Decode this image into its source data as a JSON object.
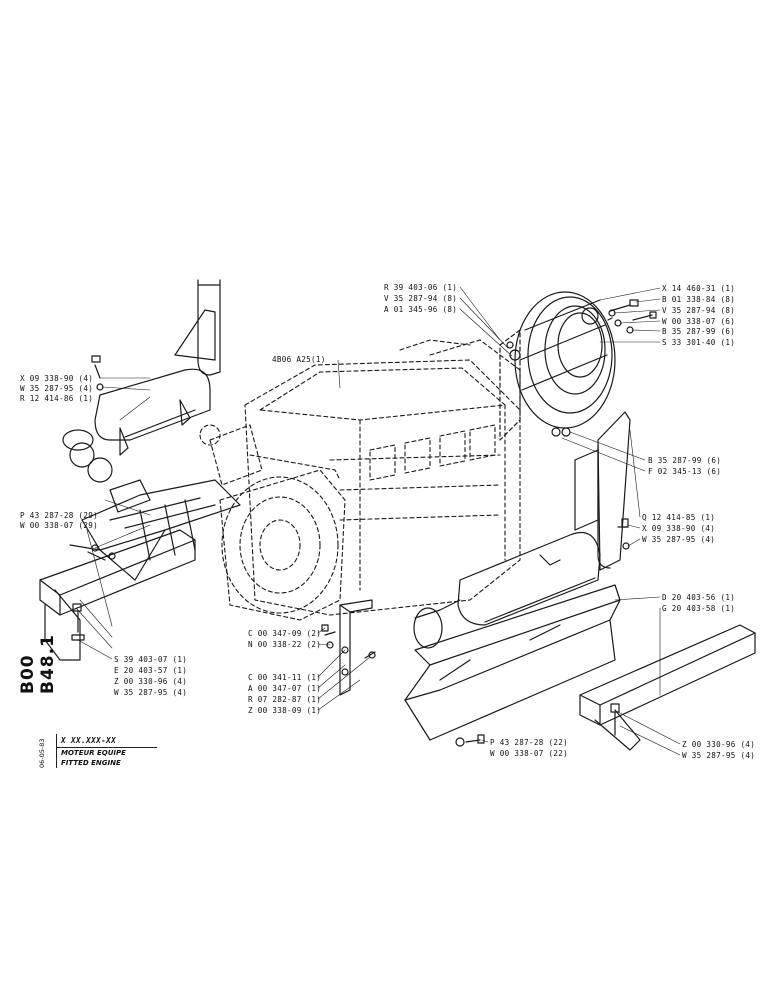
{
  "sheet": {
    "code": "B00 B48.1",
    "date": "06-05-83",
    "reference": "X XX.XXX-XX",
    "title_fr": "MOTEUR EQUIPE",
    "title_en": "FITTED ENGINE"
  },
  "callouts": {
    "engine": "4B06 A25(1)",
    "left_exhaust": [
      "X 09 338-90 (4)",
      "W 35 287-95 (4)",
      "R 12 414-86 (1)"
    ],
    "left_clamp": [
      "P 43 287-28 (29)",
      "W 00 338-07 (29)"
    ],
    "left_bottom": [
      "S 39 403-07 (1)",
      "E 20 403-57 (1)",
      "Z 00 330-96 (4)",
      "W 35 287-95 (4)"
    ],
    "bracket_top": [
      "C 00 347-09 (2)",
      "N 00 338-22 (2)"
    ],
    "bracket_bottom": [
      "C 00 341-11 (1)",
      "A 00 347-07 (1)",
      "R 07 282-87 (1)",
      "Z 00 338-09 (1)"
    ],
    "flywheel_left": [
      "R 39 403-06 (1)",
      "V 35 287-94 (8)",
      "A 01 345-96 (8)"
    ],
    "flywheel_right": [
      "X 14 460-31 (1)",
      "B 01 338-84 (8)",
      "V 35 287-94 (8)",
      "W 00 338-07 (6)",
      "B 35 287-99 (6)",
      "S 33 301-40 (1)"
    ],
    "ring": [
      "B 35 287-99 (6)",
      "F 02 345-13 (6)"
    ],
    "right_exhaust": [
      "Q 12 414-85 (1)",
      "X 09 338-90 (4)",
      "W 35 287-95 (4)"
    ],
    "right_guard": [
      "D 20 403-56 (1)",
      "G 20 403-58 (1)"
    ],
    "right_clamp": [
      "P 43 287-28 (22)",
      "W 00 338-07 (22)"
    ],
    "right_bottom": [
      "Z 00 330-96 (4)",
      "W 35 287-95 (4)"
    ]
  }
}
